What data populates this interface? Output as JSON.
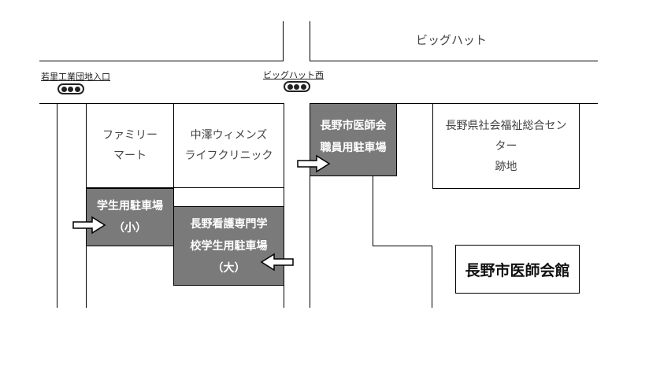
{
  "road_labels": {
    "big_hat": "ビッグハット"
  },
  "intersections": [
    {
      "name": "若里工業団地入口",
      "signal_icon": "traffic-light-icon"
    },
    {
      "name": "ビッグハット西",
      "signal_icon": "traffic-light-icon"
    }
  ],
  "buildings": {
    "family_mart": "ファミリー\nマート",
    "nakazawa_clinic": "中澤ウィメンズ\nライフクリニック",
    "welfare_center": "長野県社会福祉総合セン\nター\n跡地",
    "medical_hall": "長野市医師会館"
  },
  "parking": {
    "staff": "長野市医師会\n職員用駐車場",
    "student_small": "学生用駐車場\n（小）",
    "student_large": "長野看護専門学\n校学生用駐車場\n（大）"
  },
  "colors": {
    "parking_fill": "#7a7a7a",
    "line": "#000000"
  }
}
